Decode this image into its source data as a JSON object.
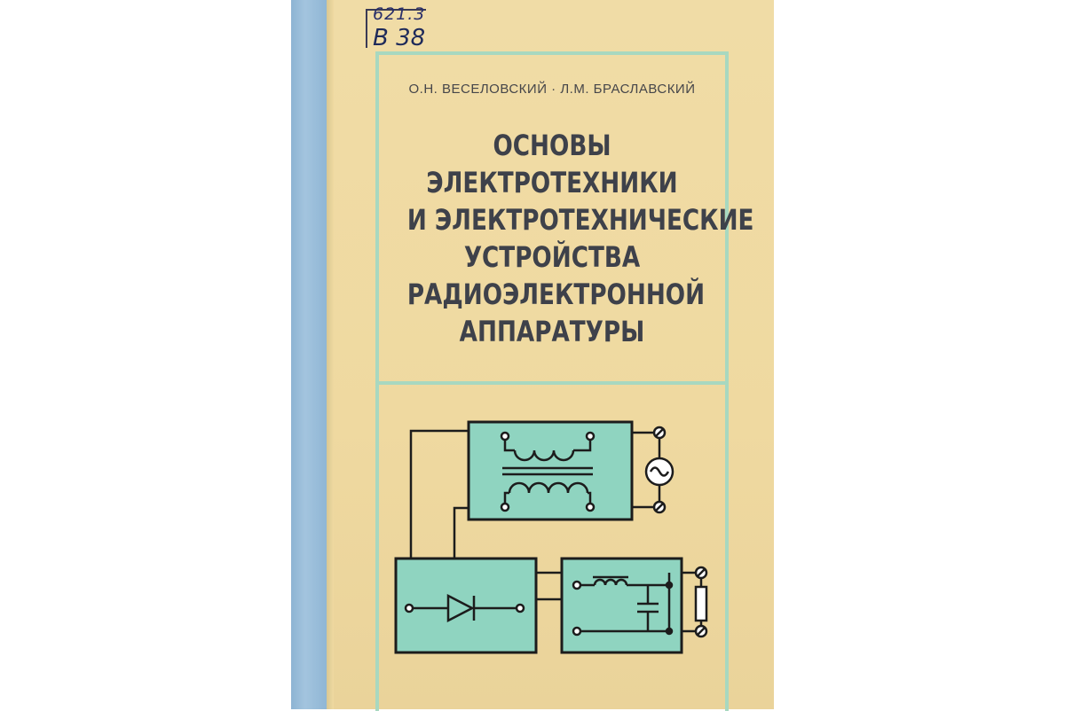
{
  "cover": {
    "stamp": [
      "621.3",
      "В 38"
    ],
    "authors": "О.Н. ВЕСЕЛОВСКИЙ · Л.М. БРАСЛАВСКИЙ",
    "title_lines": [
      "ОСНОВЫ",
      "ЭЛЕКТРОТЕХНИКИ",
      "И ЭЛЕКТРОТЕХНИЧЕСКИЕ",
      "УСТРОЙСТВА",
      "РАДИОЭЛЕКТРОННОЙ",
      "АППАРАТУРЫ"
    ]
  },
  "colors": {
    "cover_paper": "#efd9a0",
    "spine_blue": "#9dc0dc",
    "frame_green": "#a8d8c0",
    "block_fill": "#8fd4c0",
    "ink": "#1c1c1c",
    "title_ink": "#3e414a"
  },
  "diagram": {
    "blocks": [
      "transformer-block",
      "rectifier-block",
      "filter-block"
    ],
    "icons": [
      "transformer-symbol",
      "ac-source-symbol",
      "diode-symbol",
      "inductor-symbol",
      "capacitor-symbol",
      "resistor-symbol"
    ]
  }
}
